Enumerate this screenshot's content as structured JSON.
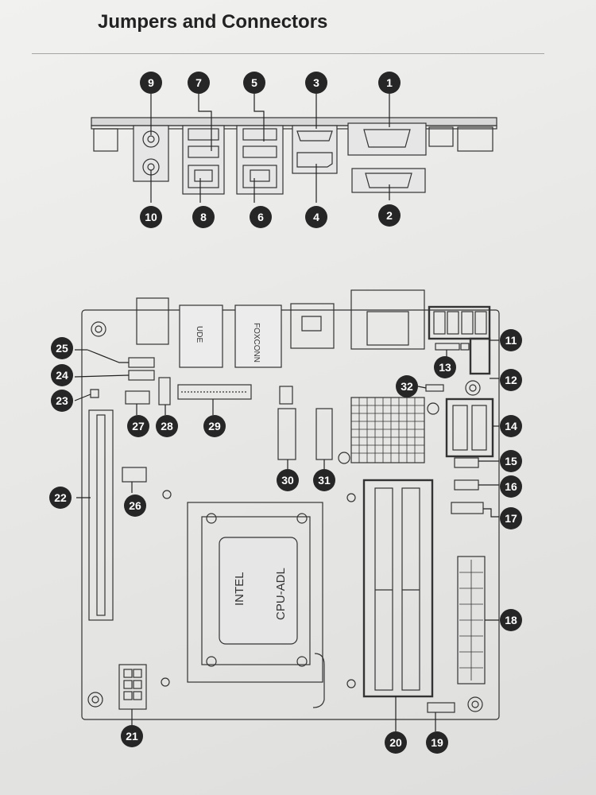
{
  "page": {
    "title": "Jumpers and Connectors"
  },
  "board_labels": {
    "chipset_line1": "INTEL",
    "chipset_line2": "CPU-ADL",
    "lan_left": "UDE",
    "lan_right": "FOXCONN"
  },
  "callouts": [
    {
      "id": "callout-1",
      "label": "1"
    },
    {
      "id": "callout-2",
      "label": "2"
    },
    {
      "id": "callout-3",
      "label": "3"
    },
    {
      "id": "callout-4",
      "label": "4"
    },
    {
      "id": "callout-5",
      "label": "5"
    },
    {
      "id": "callout-6",
      "label": "6"
    },
    {
      "id": "callout-7",
      "label": "7"
    },
    {
      "id": "callout-8",
      "label": "8"
    },
    {
      "id": "callout-9",
      "label": "9"
    },
    {
      "id": "callout-10",
      "label": "10"
    },
    {
      "id": "callout-11",
      "label": "11"
    },
    {
      "id": "callout-12",
      "label": "12"
    },
    {
      "id": "callout-13",
      "label": "13"
    },
    {
      "id": "callout-14",
      "label": "14"
    },
    {
      "id": "callout-15",
      "label": "15"
    },
    {
      "id": "callout-16",
      "label": "16"
    },
    {
      "id": "callout-17",
      "label": "17"
    },
    {
      "id": "callout-18",
      "label": "18"
    },
    {
      "id": "callout-19",
      "label": "19"
    },
    {
      "id": "callout-20",
      "label": "20"
    },
    {
      "id": "callout-21",
      "label": "21"
    },
    {
      "id": "callout-22",
      "label": "22"
    },
    {
      "id": "callout-23",
      "label": "23"
    },
    {
      "id": "callout-24",
      "label": "24"
    },
    {
      "id": "callout-25",
      "label": "25"
    },
    {
      "id": "callout-26",
      "label": "26"
    },
    {
      "id": "callout-27",
      "label": "27"
    },
    {
      "id": "callout-28",
      "label": "28"
    },
    {
      "id": "callout-29",
      "label": "29"
    },
    {
      "id": "callout-30",
      "label": "30"
    },
    {
      "id": "callout-31",
      "label": "31"
    },
    {
      "id": "callout-32",
      "label": "32"
    }
  ]
}
